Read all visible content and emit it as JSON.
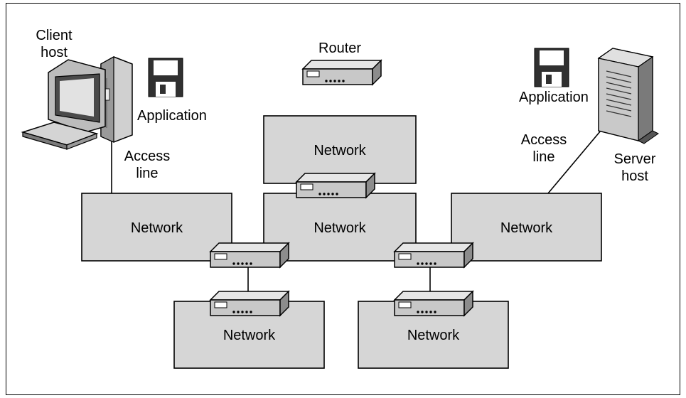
{
  "labels": {
    "client_host": [
      "Client",
      "host"
    ],
    "server_host": [
      "Server",
      "host"
    ],
    "application_left": "Application",
    "application_right": "Application",
    "router": "Router",
    "access_line_left": [
      "Access",
      "line"
    ],
    "access_line_right": [
      "Access",
      "line"
    ]
  },
  "networks": [
    "Network",
    "Network",
    "Network",
    "Network",
    "Network",
    "Network"
  ],
  "colors": {
    "network_fill": "#d6d6d6",
    "router_top": "#e6e6e6",
    "router_front": "#bdbdbd",
    "router_side": "#8c8c8c",
    "stroke": "#000000"
  }
}
